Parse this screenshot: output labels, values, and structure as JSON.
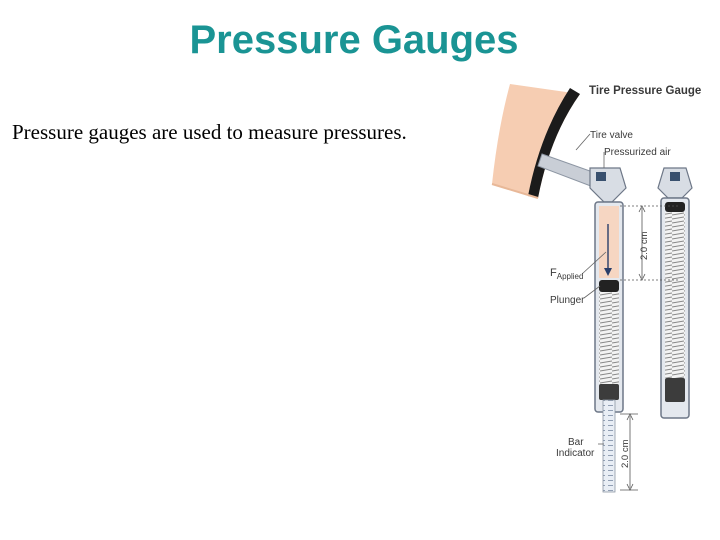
{
  "slide": {
    "title": "Pressure Gauges",
    "body": "Pressure gauges are used to measure pressures."
  },
  "figure": {
    "title": "Tire Pressure Gauge",
    "labels": {
      "tire_valve": "Tire valve",
      "pressurized_air": "Pressurized air",
      "force": "F",
      "force_sub": "Applied",
      "plunger": "Plunger",
      "bar": "Bar",
      "indicator": "Indicator",
      "dim_top": "2.0 cm",
      "dim_bottom": "2.0 cm"
    }
  }
}
